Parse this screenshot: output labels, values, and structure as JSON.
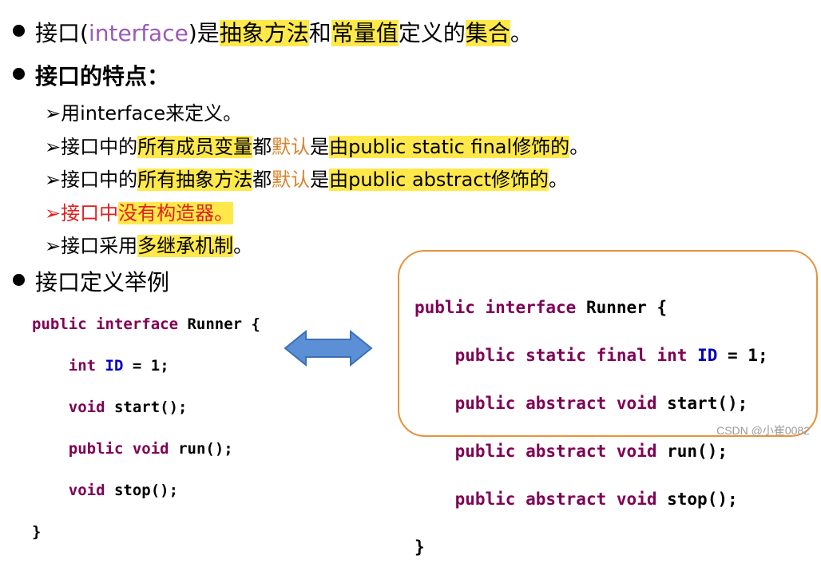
{
  "bullets": {
    "b1": {
      "p1": "接口(",
      "p2": "interface",
      "p3": ")是",
      "p4": "抽象方法",
      "p5": "和",
      "p6": "常量值",
      "p7": "定义的",
      "p8": "集合",
      "p9": "。"
    },
    "b2": {
      "text": "接口的特点："
    },
    "b3": {
      "text": "接口定义举例"
    }
  },
  "features": {
    "arrow": "➢",
    "f1": {
      "text": "用interface来定义。"
    },
    "f2": {
      "p1": "接口中的",
      "p2": "所有成员变量",
      "p3": "都",
      "p4": "默认",
      "p5": "是",
      "p6": "由public static final",
      "p7": "修饰的",
      "p8": "。"
    },
    "f3": {
      "p1": "接口中的",
      "p2": "所有抽象方法",
      "p3": "都",
      "p4": "默认",
      "p5": "是",
      "p6": "由public abstract",
      "p7": "修饰的",
      "p8": "。"
    },
    "f4": {
      "p1": "接口中",
      "p2": "没有构造器。"
    },
    "f5": {
      "p1": "接口采用",
      "p2": "多继承机制",
      "p3": "。"
    }
  },
  "code_left": {
    "l1": {
      "k1": "public",
      "k2": "interface",
      "rest": " Runner {"
    },
    "l2": {
      "indent": "    ",
      "k1": "int",
      "c": "ID",
      "rest": " = 1;"
    },
    "l3": {
      "indent": "    ",
      "k1": "void",
      "rest": " start();"
    },
    "l4": {
      "indent": "    ",
      "k1": "public",
      "k2": "void",
      "rest": " run();"
    },
    "l5": {
      "indent": "    ",
      "k1": "void",
      "rest": " stop();"
    },
    "l6": {
      "rest": "}"
    }
  },
  "code_right": {
    "l1": {
      "k1": "public",
      "k2": "interface",
      "rest": " Runner {"
    },
    "l2": {
      "indent": "    ",
      "k1": "public",
      "k2": "static",
      "k3": "final",
      "k4": "int",
      "c": "ID",
      "rest": " = 1;"
    },
    "l3": {
      "indent": "    ",
      "k1": "public",
      "k2": "abstract",
      "k3": "void",
      "rest": " start();"
    },
    "l4": {
      "indent": "    ",
      "k1": "public",
      "k2": "abstract",
      "k3": "void",
      "rest": " run();"
    },
    "l5": {
      "indent": "    ",
      "k1": "public",
      "k2": "abstract",
      "k3": "void",
      "rest": " stop();"
    },
    "l6": {
      "rest": "}"
    }
  },
  "icons": {
    "double_arrow": "double-arrow-icon"
  },
  "colors": {
    "highlight": "#ffe94a",
    "keyword": "#7f0055",
    "constant": "#0000c0",
    "box_border": "#e8913a",
    "red": "#e02020"
  },
  "watermark": "CSDN @小崔0082"
}
